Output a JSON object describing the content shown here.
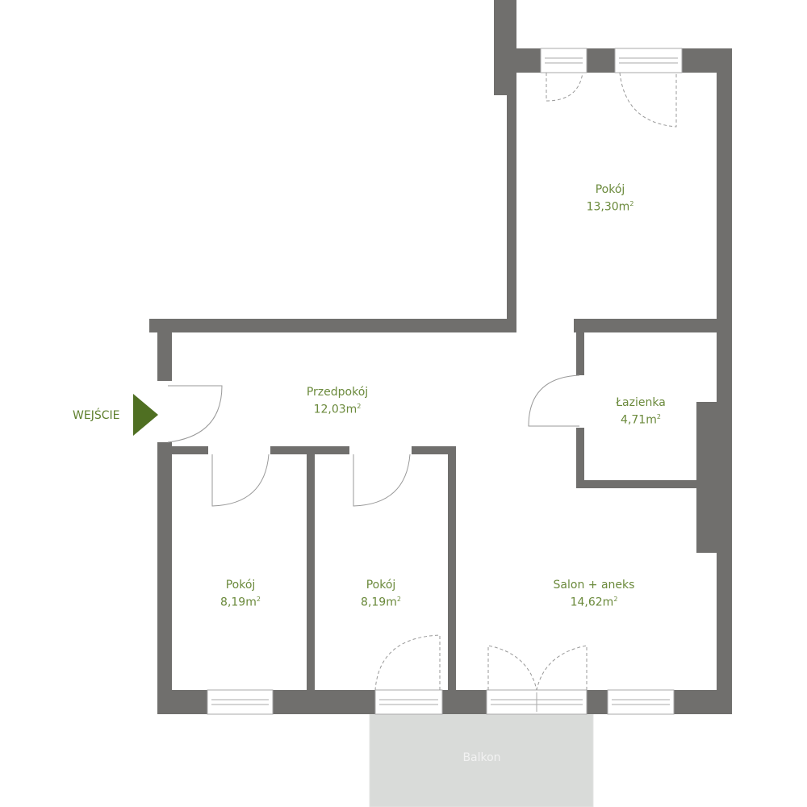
{
  "colors": {
    "wall": "#706f6d",
    "label": "#6b8a3c",
    "arrow": "#4f6f22",
    "balcony": "#d9dbd9"
  },
  "entrance": {
    "label": "WEJŚCIE",
    "icon": "entrance-arrow-icon"
  },
  "rooms": [
    {
      "name": "Pokój",
      "area": "13,30m",
      "unit_sup": "2"
    },
    {
      "name": "Przedpokój",
      "area": "12,03m",
      "unit_sup": "2"
    },
    {
      "name": "Łazienka",
      "area": "4,71m",
      "unit_sup": "2"
    },
    {
      "name": "Pokój",
      "area": "8,19m",
      "unit_sup": "2"
    },
    {
      "name": "Pokój",
      "area": "8,19m",
      "unit_sup": "2"
    },
    {
      "name": "Salon + aneks",
      "area": "14,62m",
      "unit_sup": "2"
    }
  ],
  "balcony": {
    "label": "Balkon"
  }
}
